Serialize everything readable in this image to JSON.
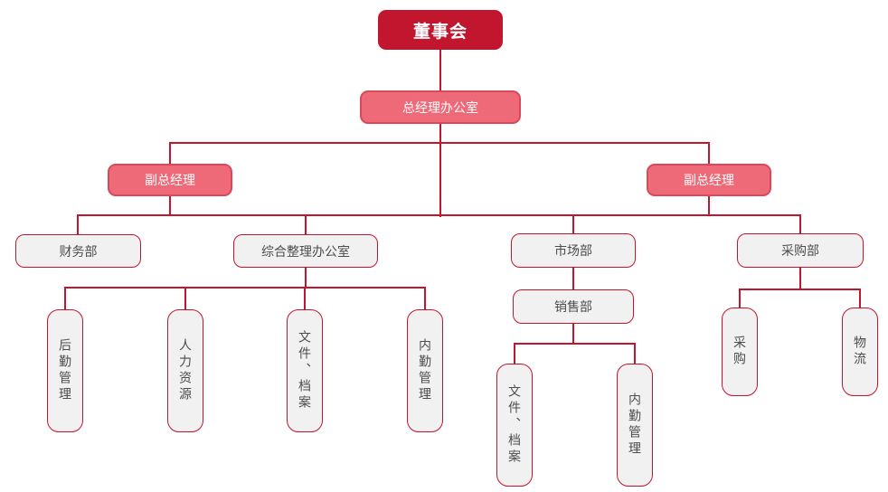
{
  "diagram_type": "org-chart",
  "background": "#ffffff",
  "colors": {
    "root_fill": "#c2162f",
    "root_text": "#ffffff",
    "manager_fill": "#ee6a78",
    "manager_border": "#d8495a",
    "manager_text": "#ffffff",
    "dept_fill": "#f1f1f1",
    "dept_border": "#c2162f",
    "dept_text": "#4c4c4c",
    "connector": "#c2162f"
  },
  "nodes": {
    "board": {
      "label": "董事会"
    },
    "gm_office": {
      "label": "总经理办公室"
    },
    "deputy_gm_left": {
      "label": "副总经理"
    },
    "deputy_gm_right": {
      "label": "副总经理"
    },
    "finance": {
      "label": "财务部"
    },
    "general_office": {
      "label": "综合整理办公室"
    },
    "marketing": {
      "label": "市场部"
    },
    "purchasing_dept": {
      "label": "采购部"
    },
    "sales": {
      "label": "销售部"
    },
    "logistics_mgmt": {
      "label": "后勤管理"
    },
    "hr": {
      "label": "人力资源"
    },
    "files_archives_1": {
      "label": "文件、档案"
    },
    "internal_mgmt_1": {
      "label": "内勤管理"
    },
    "files_archives_2": {
      "label": "文件、档案"
    },
    "internal_mgmt_2": {
      "label": "内勤管理"
    },
    "procurement": {
      "label": "采购"
    },
    "logistics": {
      "label": "物流"
    }
  },
  "structure": {
    "id": "board",
    "children": [
      {
        "id": "gm_office",
        "children": [
          {
            "id": "deputy_gm_left",
            "children": [
              {
                "id": "finance"
              },
              {
                "id": "general_office",
                "children": [
                  {
                    "id": "logistics_mgmt"
                  },
                  {
                    "id": "hr"
                  },
                  {
                    "id": "files_archives_1"
                  },
                  {
                    "id": "internal_mgmt_1"
                  }
                ]
              }
            ]
          },
          {
            "id": "deputy_gm_right",
            "children": [
              {
                "id": "marketing",
                "children": [
                  {
                    "id": "sales",
                    "children": [
                      {
                        "id": "files_archives_2"
                      },
                      {
                        "id": "internal_mgmt_2"
                      }
                    ]
                  }
                ]
              },
              {
                "id": "purchasing_dept",
                "children": [
                  {
                    "id": "procurement"
                  },
                  {
                    "id": "logistics"
                  }
                ]
              }
            ]
          }
        ]
      }
    ]
  }
}
